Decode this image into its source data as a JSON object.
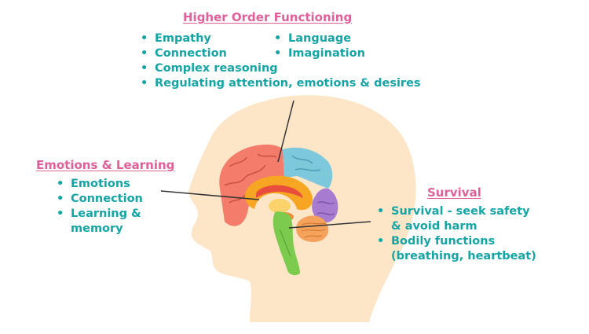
{
  "higher_order": {
    "heading": "Higher Order Functioning",
    "col1": [
      "Empathy",
      "Connection"
    ],
    "col2": [
      "Language",
      "Imagination"
    ],
    "wide": [
      "Complex reasoning",
      "Regulating attention, emotions & desires"
    ]
  },
  "emotions": {
    "heading": "Emotions & Learning",
    "items": [
      "Emotions",
      "Connection",
      "Learning &\nmemory"
    ]
  },
  "survival": {
    "heading": "Survival",
    "items": [
      "Survival - seek safety\n& avoid harm",
      "Bodily functions\n(breathing, heartbeat)"
    ]
  },
  "colors": {
    "heading": "#e0609a",
    "bullet_text": "#16a5a5",
    "head_silhouette": "#fde6c8",
    "frontal_lobe": "#f47c6b",
    "parietal_lobe": "#7ec8dc",
    "occipital_lobe": "#a77bd0",
    "limbic": "#f6a623",
    "brainstem": "#7ccb4e"
  }
}
